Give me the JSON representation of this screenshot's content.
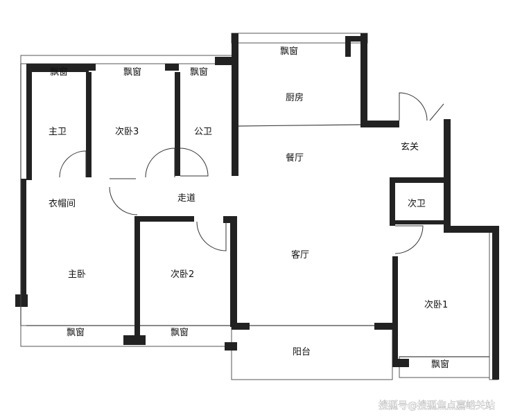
{
  "rooms": {
    "bay_window": "飘窗",
    "kitchen": "厨房",
    "master_bath": "主卫",
    "bedroom3": "次卧3",
    "public_bath": "公卫",
    "dining": "餐厅",
    "foyer": "玄关",
    "closet": "衣帽间",
    "corridor": "走道",
    "guest_bath": "次卫",
    "living": "客厅",
    "master_bedroom": "主卧",
    "bedroom2": "次卧2",
    "bedroom1": "次卧1",
    "balcony": "阳台"
  },
  "watermark": "搜狐号@搜狐焦点嘉峪关站"
}
